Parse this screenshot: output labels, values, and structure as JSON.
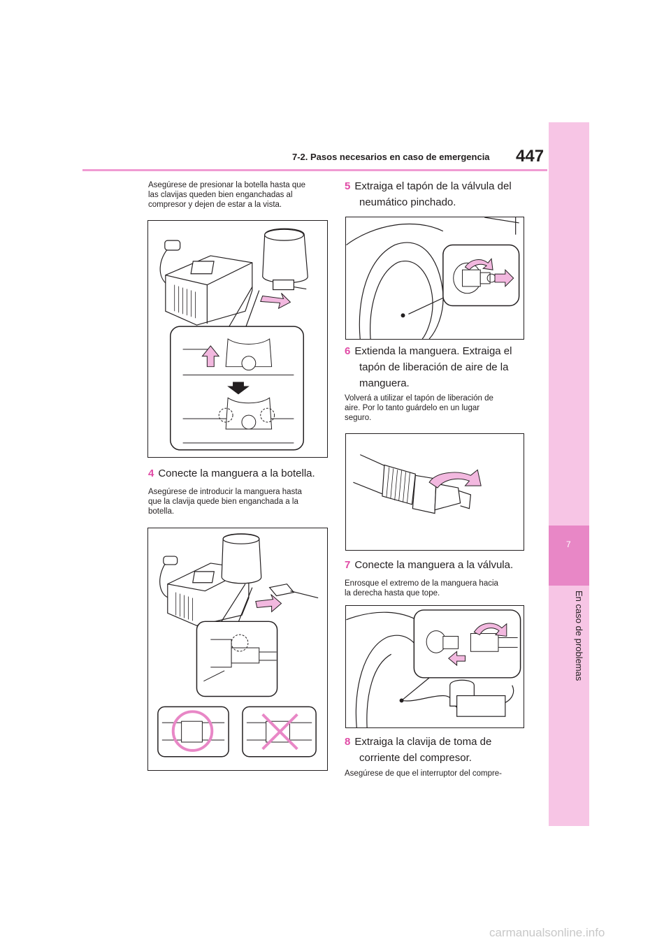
{
  "header": {
    "section_title": "7-2. Pasos necesarios en caso de emergencia",
    "page_number": "447"
  },
  "side_tab": {
    "chapter_number": "7",
    "chapter_name": "En caso de problemas"
  },
  "left_column": {
    "note_top": [
      "Asegúrese de presionar la botella hasta que",
      "las clavijas queden bien enganchadas al",
      "compresor y dejen de estar a la vista."
    ],
    "step4": {
      "number": "4",
      "text": "Conecte la manguera a la botella."
    },
    "note_step4": [
      "Asegúrese de introducir la manguera hasta",
      "que la clavija quede bien enganchada a la",
      "botella."
    ]
  },
  "right_column": {
    "step5": {
      "number": "5",
      "lines": [
        "Extraiga el tapón de la válvula del",
        "neumático pinchado."
      ]
    },
    "step6": {
      "number": "6",
      "lines": [
        "Extienda la manguera. Extraiga el",
        "tapón de liberación de aire de la",
        "manguera."
      ]
    },
    "note_step6": [
      "Volverá a utilizar el tapón de liberación de",
      "aire. Por lo tanto guárdelo en un lugar",
      "seguro."
    ],
    "step7": {
      "number": "7",
      "text": "Conecte la manguera a la válvula."
    },
    "note_step7": [
      "Enrosque el extremo de la manguera hacia",
      "la derecha hasta que tope."
    ],
    "step8": {
      "number": "8",
      "lines": [
        "Extraiga la clavija de toma de",
        "corriente del compresor."
      ]
    },
    "note_step8": "Asegúrese de que el interruptor del compre-"
  },
  "colors": {
    "accent": "#e04aa5",
    "tab": "#f7c5e5",
    "tab_dark": "#e887c6",
    "rule": "#f09bd2",
    "arrow_fill": "#f2b8df"
  },
  "watermark": "carmanualsonline.info"
}
